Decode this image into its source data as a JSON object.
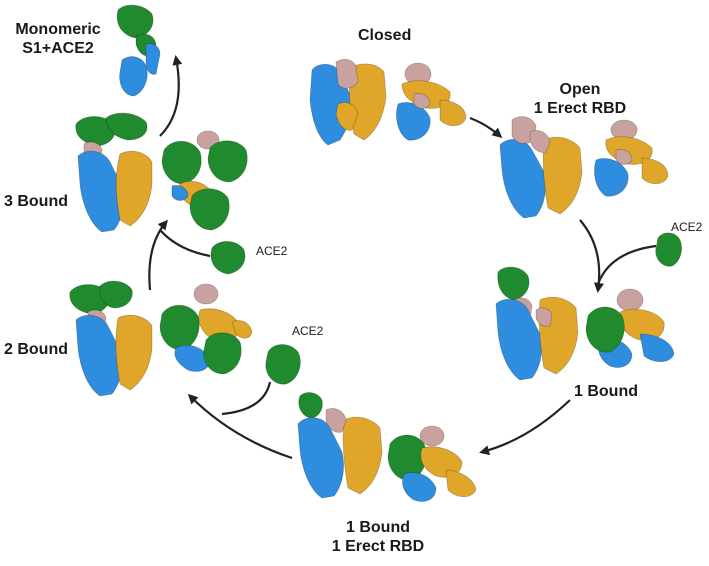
{
  "title": "ACE2 binding cycle of spike trimer",
  "colors": {
    "chain_a": "#2f8ddf",
    "chain_b": "#e0a62a",
    "chain_c": "#c9a2a0",
    "ace2": "#1f8a2e",
    "arrow": "#222222"
  },
  "states": {
    "closed": {
      "label": "Closed"
    },
    "open": {
      "line1": "Open",
      "line2": "1 Erect RBD"
    },
    "one_bound": {
      "label": "1 Bound"
    },
    "one_bound_erect": {
      "line1": "1 Bound",
      "line2": "1 Erect RBD"
    },
    "two_bound": {
      "label": "2 Bound"
    },
    "three_bound": {
      "label": "3 Bound"
    },
    "monomeric": {
      "line1": "Monomeric",
      "line2": "S1+ACE2"
    }
  },
  "ace2_labels": {
    "ace2_1": "ACE2",
    "ace2_2": "ACE2",
    "ace2_3": "ACE2"
  }
}
